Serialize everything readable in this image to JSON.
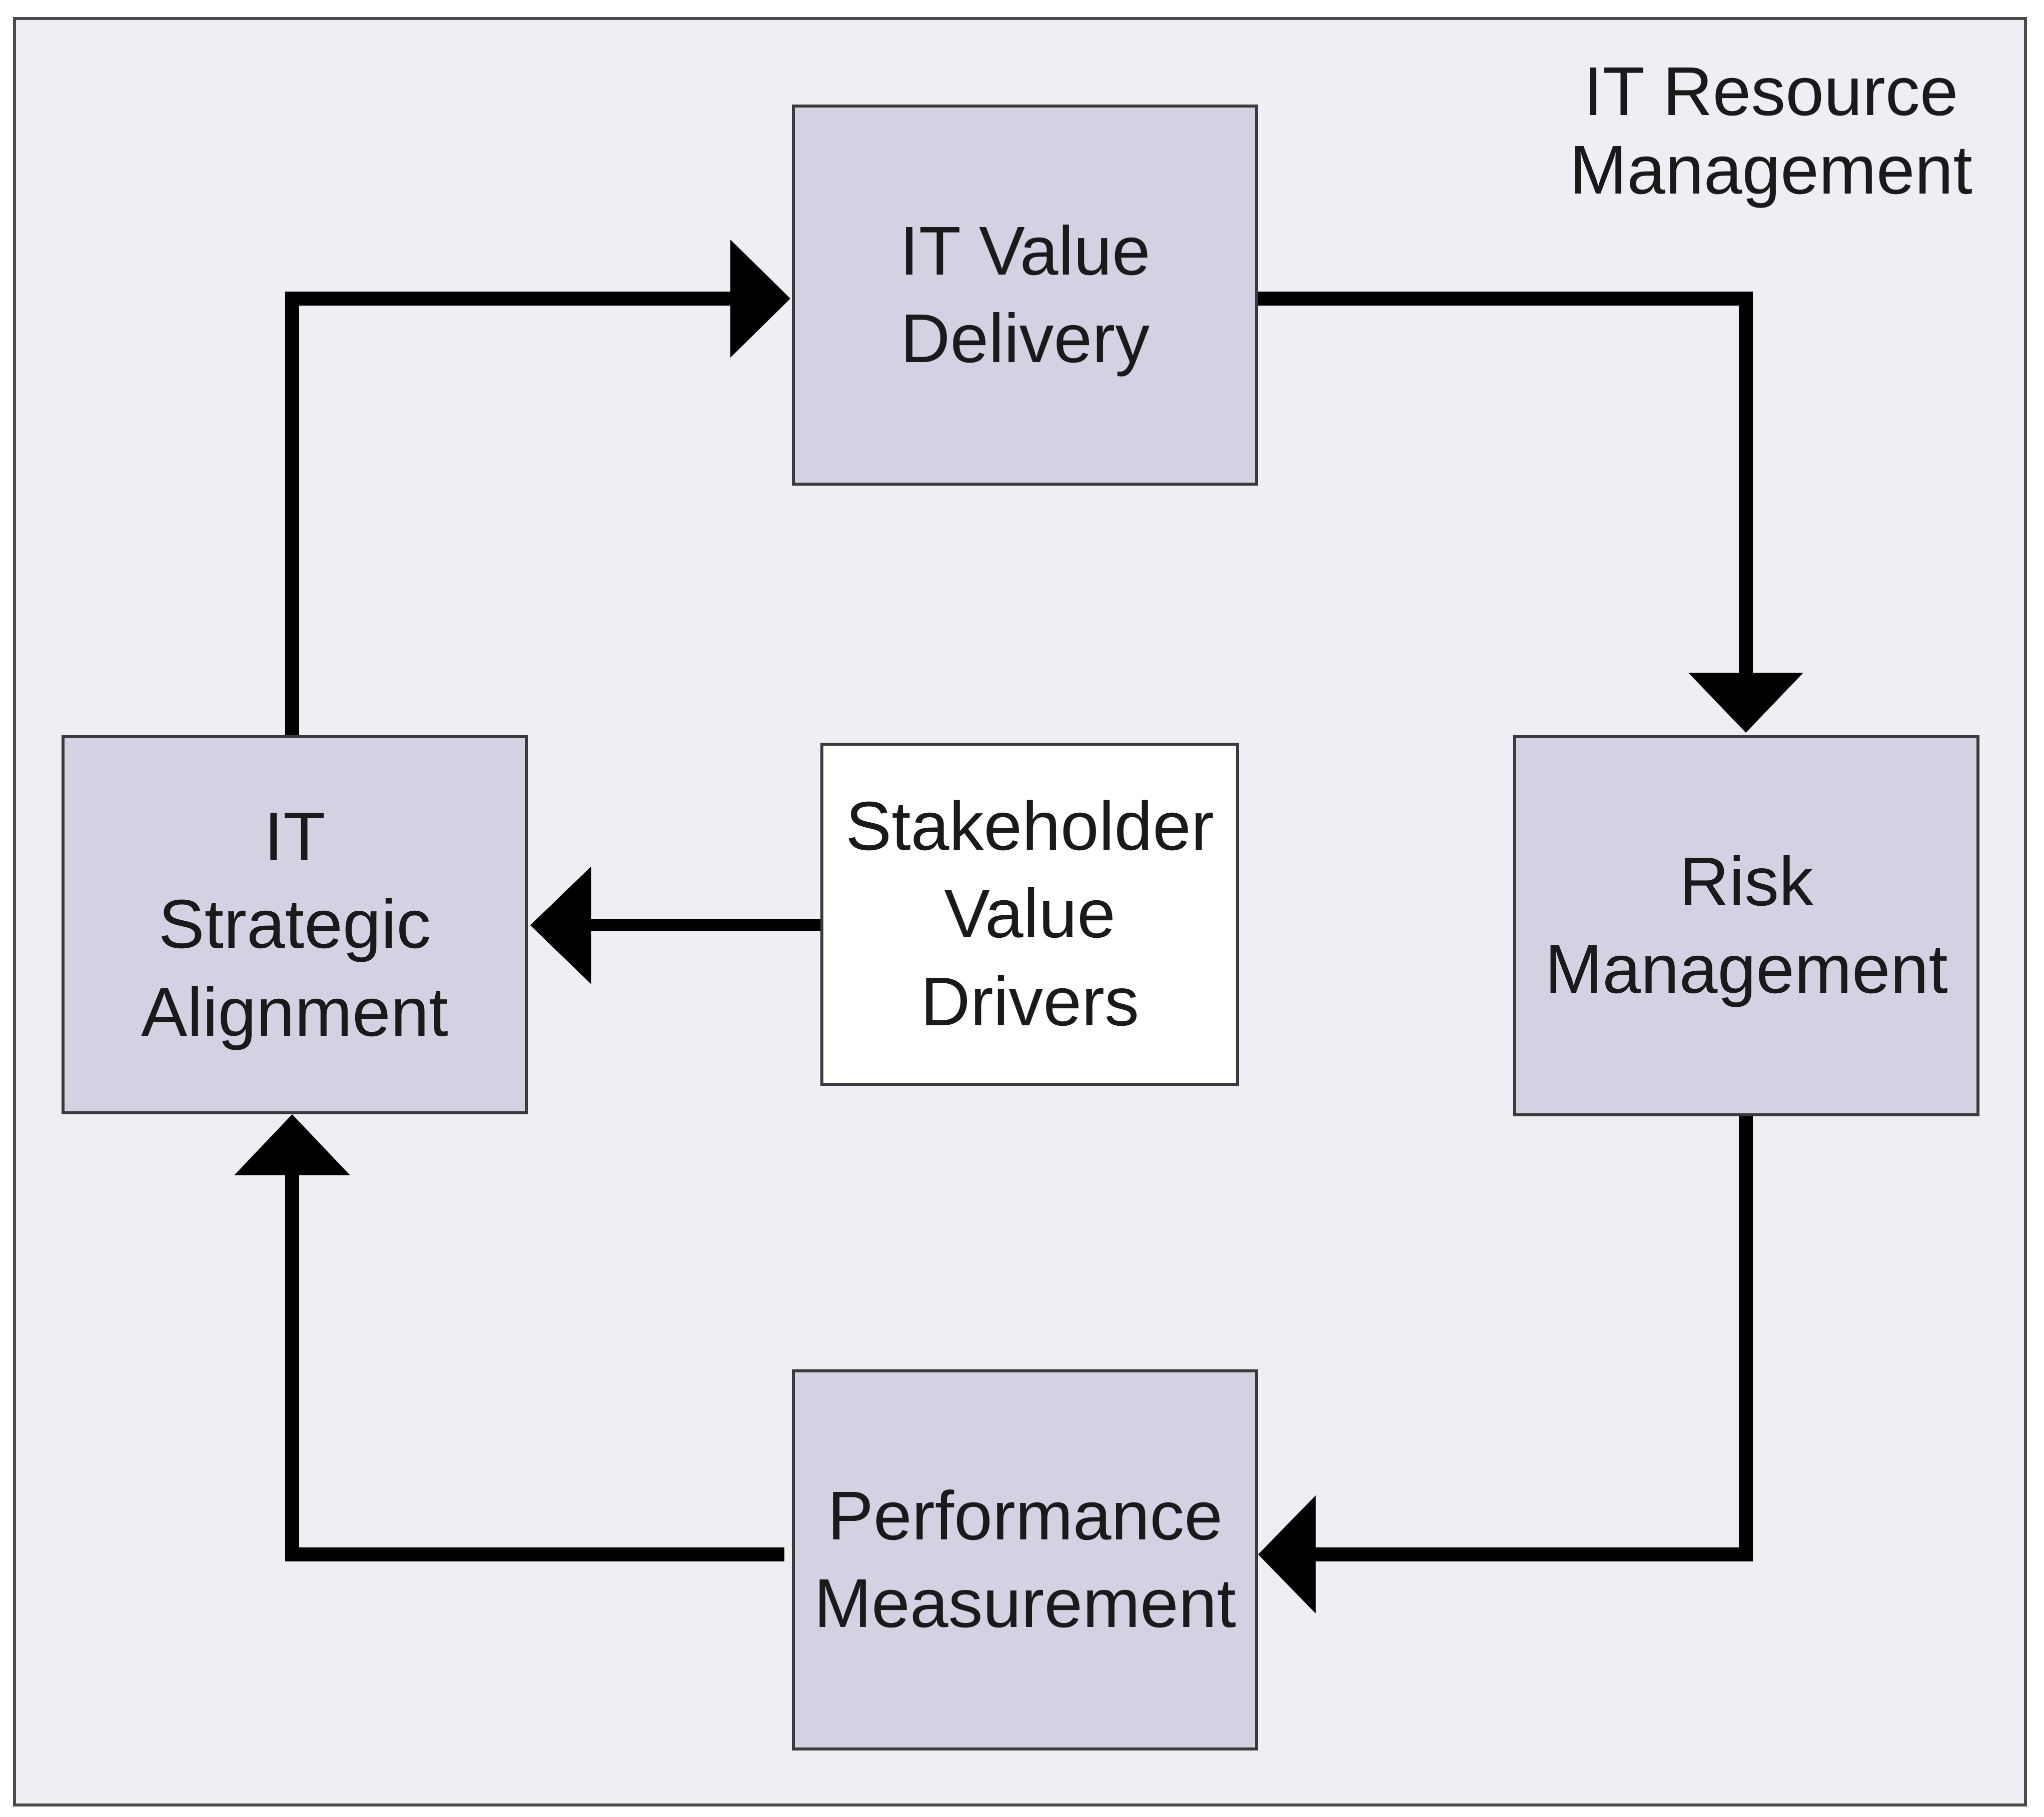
{
  "diagram": {
    "region_title": "IT Resource\nManagement",
    "nodes": {
      "value_delivery": "IT Value\nDelivery",
      "strategic_alignment": "IT\nStrategic\nAlignment",
      "stakeholder_drivers": "Stakeholder\nValue\nDrivers",
      "risk_management": "Risk\nManagement",
      "performance_measurement": "Performance\nMeasurement"
    },
    "colors": {
      "canvas": "#efeef5",
      "box_fill": "#d3d2e2",
      "driver_box_fill": "#ffffff",
      "border": "#3a3a3a",
      "arrow": "#000000"
    }
  }
}
